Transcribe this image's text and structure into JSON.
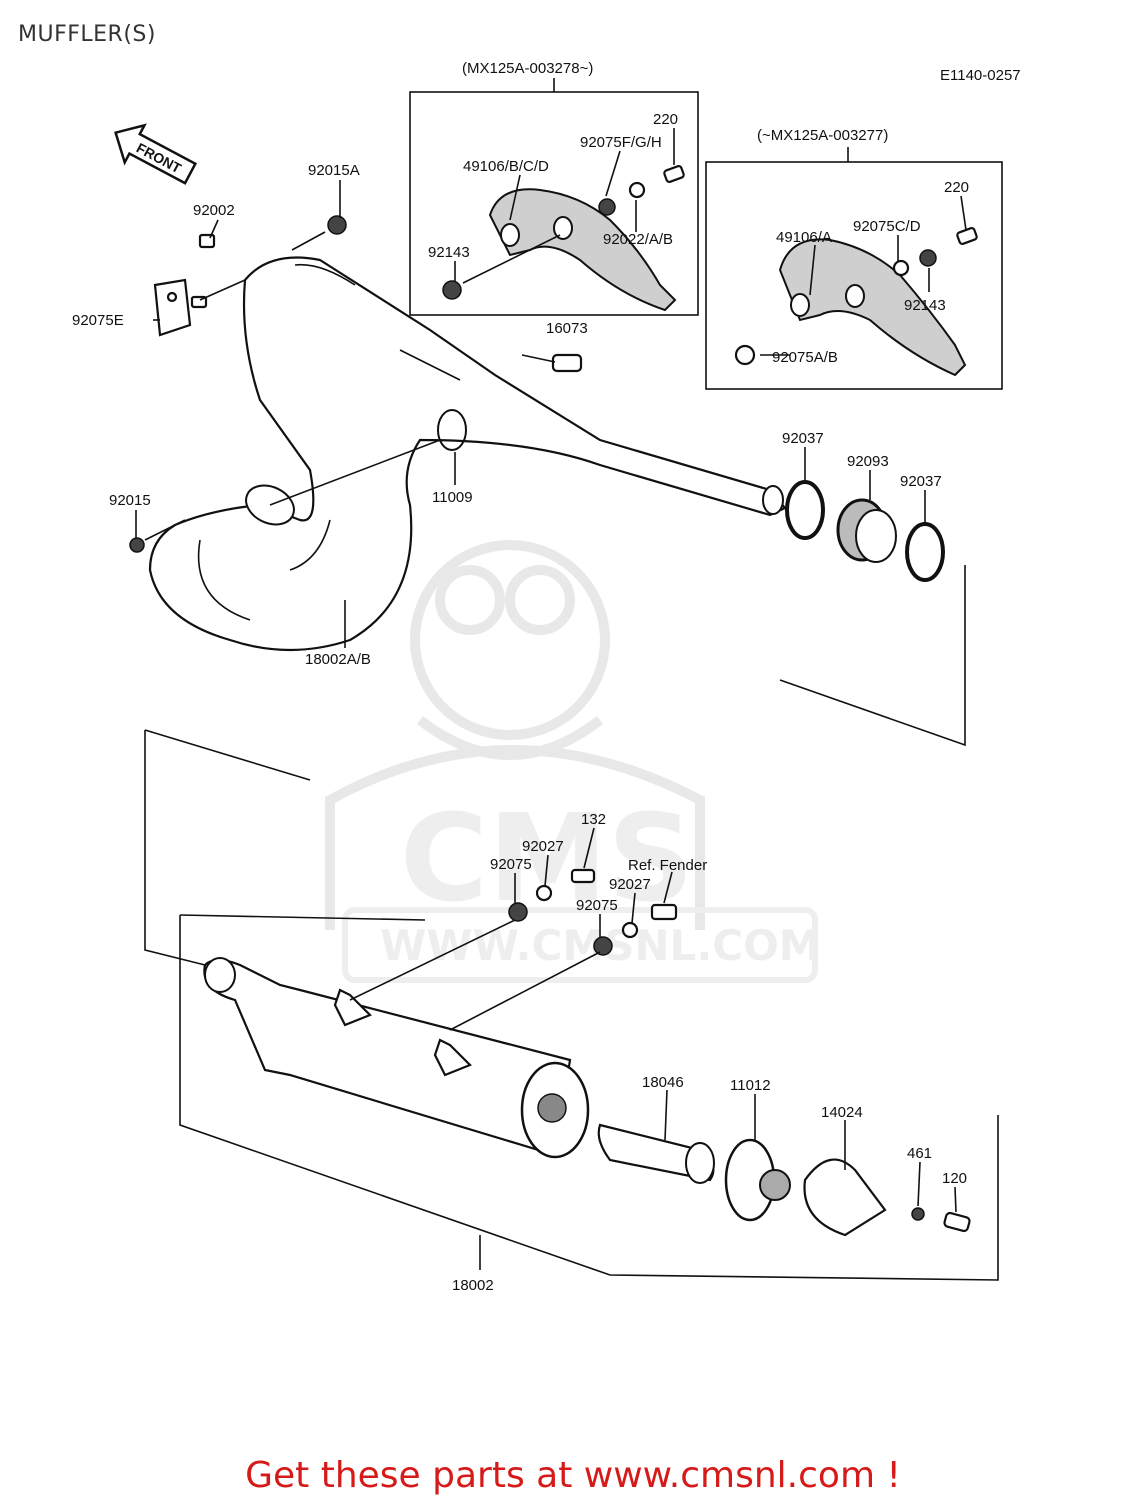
{
  "page_title": "MUFFLER(S)",
  "diagram_code": "E1140-0257",
  "groups": {
    "late_serial": "(MX125A-003278~)",
    "early_serial": "(~MX125A-003277)"
  },
  "front_arrow": "FRONT",
  "watermark": {
    "logo": "CMS",
    "url": "WWW.CMSNL.COM"
  },
  "labels": {
    "p220a": "220",
    "p92075fgh": "92075F/G/H",
    "p49106bcd": "49106/B/C/D",
    "p92022ab": "92022/A/B",
    "p92143a": "92143",
    "p220b": "220",
    "p49106a": "49106/A",
    "p92075cd": "92075C/D",
    "p92143b": "92143",
    "p92075ab": "92075A/B",
    "p92015a": "92015A",
    "p92002": "92002",
    "p92075e": "92075E",
    "p16073": "16073",
    "p11009": "11009",
    "p92015": "92015",
    "p18002ab": "18002A/B",
    "p92037a": "92037",
    "p92093": "92093",
    "p92037b": "92037",
    "p132": "132",
    "p92027a": "92027",
    "p92075a": "92075",
    "ref_fender": "Ref. Fender",
    "p92027b": "92027",
    "p92075b": "92075",
    "p18046": "18046",
    "p11012": "11012",
    "p14024": "14024",
    "p461": "461",
    "p120": "120",
    "p18002": "18002"
  },
  "footer": "Get these parts at www.cmsnl.com !",
  "colors": {
    "footer_text": "#d61a1a",
    "line": "#111111",
    "watermark": "#e8e8e8"
  }
}
